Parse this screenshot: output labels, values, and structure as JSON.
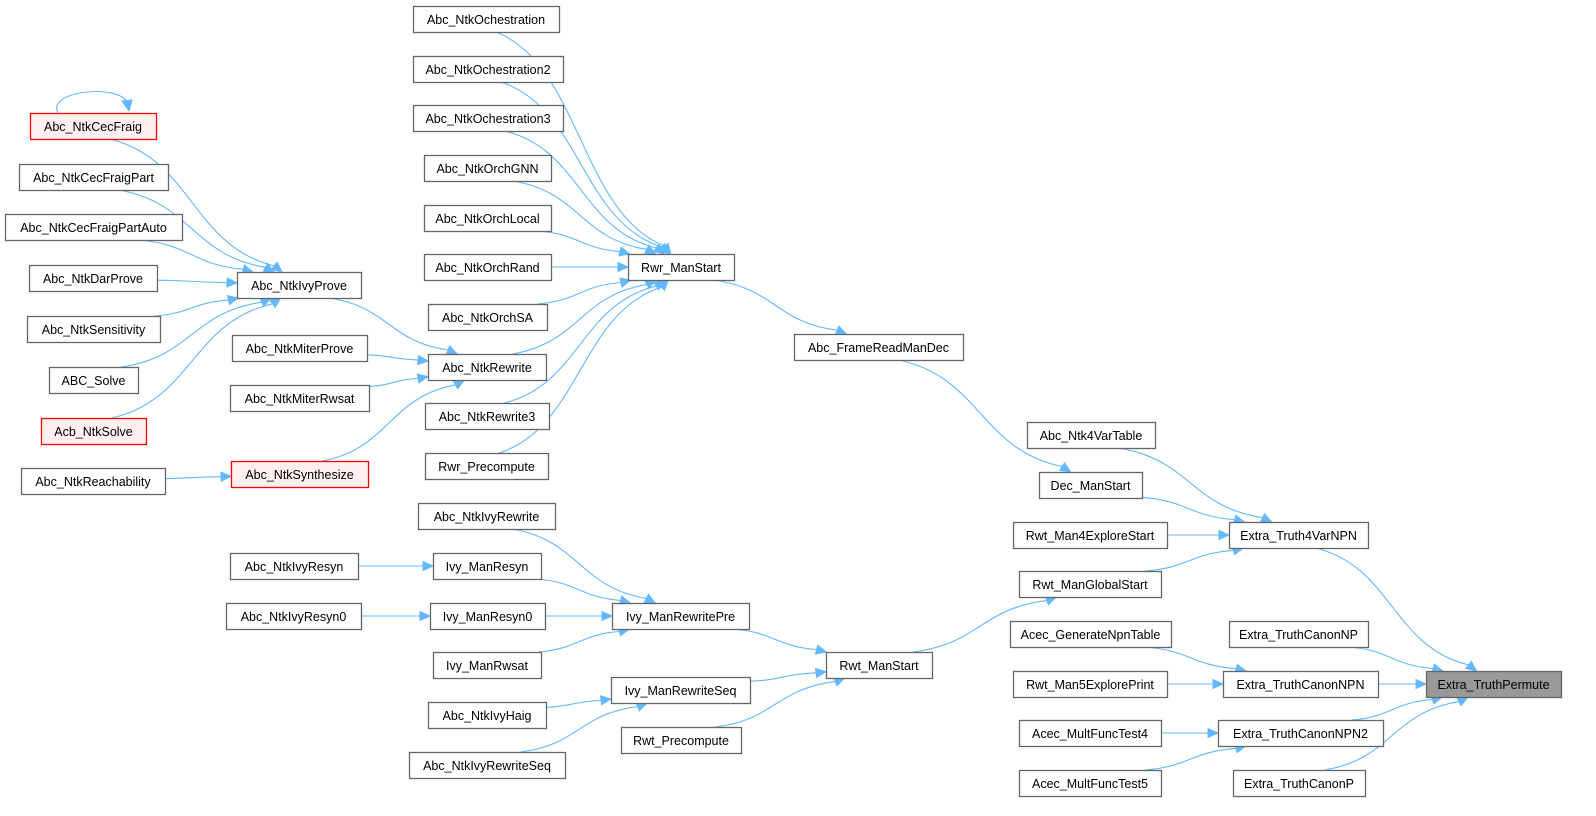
{
  "graph": {
    "type": "caller-graph",
    "colors": {
      "edge": "#63b8ff",
      "node_border": "#666666",
      "truncated_border": "#ff0000",
      "truncated_fill": "#fff0f0",
      "current_fill": "#999999"
    },
    "nodes": [
      {
        "id": "Abc_NtkOchestration",
        "label": "Abc_NtkOchestration"
      },
      {
        "id": "Abc_NtkOchestration2",
        "label": "Abc_NtkOchestration2"
      },
      {
        "id": "Abc_NtkOchestration3",
        "label": "Abc_NtkOchestration3"
      },
      {
        "id": "Abc_NtkOrchGNN",
        "label": "Abc_NtkOrchGNN"
      },
      {
        "id": "Abc_NtkOrchLocal",
        "label": "Abc_NtkOrchLocal"
      },
      {
        "id": "Abc_NtkOrchRand",
        "label": "Abc_NtkOrchRand"
      },
      {
        "id": "Abc_NtkOrchSA",
        "label": "Abc_NtkOrchSA"
      },
      {
        "id": "Abc_NtkRewrite",
        "label": "Abc_NtkRewrite"
      },
      {
        "id": "Abc_NtkRewrite3",
        "label": "Abc_NtkRewrite3"
      },
      {
        "id": "Rwr_Precompute",
        "label": "Rwr_Precompute"
      },
      {
        "id": "Rwr_ManStart",
        "label": "Rwr_ManStart"
      },
      {
        "id": "Abc_NtkCecFraig",
        "label": "Abc_NtkCecFraig",
        "style": "red"
      },
      {
        "id": "Abc_NtkCecFraigPart",
        "label": "Abc_NtkCecFraigPart"
      },
      {
        "id": "Abc_NtkCecFraigPartAuto",
        "label": "Abc_NtkCecFraigPartAuto"
      },
      {
        "id": "Abc_NtkDarProve",
        "label": "Abc_NtkDarProve"
      },
      {
        "id": "Abc_NtkSensitivity",
        "label": "Abc_NtkSensitivity"
      },
      {
        "id": "ABC_Solve",
        "label": "ABC_Solve"
      },
      {
        "id": "Acb_NtkSolve",
        "label": "Acb_NtkSolve",
        "style": "red"
      },
      {
        "id": "Abc_NtkReachability",
        "label": "Abc_NtkReachability"
      },
      {
        "id": "Abc_NtkIvyProve",
        "label": "Abc_NtkIvyProve"
      },
      {
        "id": "Abc_NtkMiterProve",
        "label": "Abc_NtkMiterProve"
      },
      {
        "id": "Abc_NtkMiterRwsat",
        "label": "Abc_NtkMiterRwsat"
      },
      {
        "id": "Abc_NtkSynthesize",
        "label": "Abc_NtkSynthesize",
        "style": "red"
      },
      {
        "id": "Abc_FrameReadManDec",
        "label": "Abc_FrameReadManDec"
      },
      {
        "id": "Abc_Ntk4VarTable",
        "label": "Abc_Ntk4VarTable"
      },
      {
        "id": "Dec_ManStart",
        "label": "Dec_ManStart"
      },
      {
        "id": "Rwt_Man4ExploreStart",
        "label": "Rwt_Man4ExploreStart"
      },
      {
        "id": "Rwt_ManGlobalStart",
        "label": "Rwt_ManGlobalStart"
      },
      {
        "id": "Acec_GenerateNpnTable",
        "label": "Acec_GenerateNpnTable"
      },
      {
        "id": "Rwt_Man5ExplorePrint",
        "label": "Rwt_Man5ExplorePrint"
      },
      {
        "id": "Acec_MultFuncTest4",
        "label": "Acec_MultFuncTest4"
      },
      {
        "id": "Acec_MultFuncTest5",
        "label": "Acec_MultFuncTest5"
      },
      {
        "id": "Extra_Truth4VarNPN",
        "label": "Extra_Truth4VarNPN"
      },
      {
        "id": "Extra_TruthCanonNP",
        "label": "Extra_TruthCanonNP"
      },
      {
        "id": "Extra_TruthCanonNPN",
        "label": "Extra_TruthCanonNPN"
      },
      {
        "id": "Extra_TruthCanonNPN2",
        "label": "Extra_TruthCanonNPN2"
      },
      {
        "id": "Extra_TruthCanonP",
        "label": "Extra_TruthCanonP"
      },
      {
        "id": "Extra_TruthPermute",
        "label": "Extra_TruthPermute",
        "style": "current"
      },
      {
        "id": "Abc_NtkIvyRewrite",
        "label": "Abc_NtkIvyRewrite"
      },
      {
        "id": "Abc_NtkIvyResyn",
        "label": "Abc_NtkIvyResyn"
      },
      {
        "id": "Ivy_ManResyn",
        "label": "Ivy_ManResyn"
      },
      {
        "id": "Abc_NtkIvyResyn0",
        "label": "Abc_NtkIvyResyn0"
      },
      {
        "id": "Ivy_ManResyn0",
        "label": "Ivy_ManResyn0"
      },
      {
        "id": "Ivy_ManRwsat",
        "label": "Ivy_ManRwsat"
      },
      {
        "id": "Ivy_ManRewritePre",
        "label": "Ivy_ManRewritePre"
      },
      {
        "id": "Rwt_ManStart",
        "label": "Rwt_ManStart"
      },
      {
        "id": "Ivy_ManRewriteSeq",
        "label": "Ivy_ManRewriteSeq"
      },
      {
        "id": "Abc_NtkIvyHaig",
        "label": "Abc_NtkIvyHaig"
      },
      {
        "id": "Abc_NtkIvyRewriteSeq",
        "label": "Abc_NtkIvyRewriteSeq"
      },
      {
        "id": "Rwt_Precompute",
        "label": "Rwt_Precompute"
      }
    ],
    "edges": [
      [
        "Abc_NtkOchestration",
        "Rwr_ManStart"
      ],
      [
        "Abc_NtkOchestration2",
        "Rwr_ManStart"
      ],
      [
        "Abc_NtkOchestration3",
        "Rwr_ManStart"
      ],
      [
        "Abc_NtkOrchGNN",
        "Rwr_ManStart"
      ],
      [
        "Abc_NtkOrchLocal",
        "Rwr_ManStart"
      ],
      [
        "Abc_NtkOrchRand",
        "Rwr_ManStart"
      ],
      [
        "Abc_NtkOrchSA",
        "Rwr_ManStart"
      ],
      [
        "Abc_NtkRewrite",
        "Rwr_ManStart"
      ],
      [
        "Abc_NtkRewrite3",
        "Rwr_ManStart"
      ],
      [
        "Rwr_Precompute",
        "Rwr_ManStart"
      ],
      [
        "Rwr_ManStart",
        "Abc_FrameReadManDec"
      ],
      [
        "Abc_FrameReadManDec",
        "Dec_ManStart"
      ],
      [
        "Abc_NtkCecFraig",
        "Abc_NtkCecFraig"
      ],
      [
        "Abc_NtkCecFraig",
        "Abc_NtkIvyProve"
      ],
      [
        "Abc_NtkCecFraigPart",
        "Abc_NtkIvyProve"
      ],
      [
        "Abc_NtkCecFraigPartAuto",
        "Abc_NtkIvyProve"
      ],
      [
        "Abc_NtkDarProve",
        "Abc_NtkIvyProve"
      ],
      [
        "Abc_NtkSensitivity",
        "Abc_NtkIvyProve"
      ],
      [
        "ABC_Solve",
        "Abc_NtkIvyProve"
      ],
      [
        "Acb_NtkSolve",
        "Abc_NtkIvyProve"
      ],
      [
        "Abc_NtkIvyProve",
        "Abc_NtkRewrite"
      ],
      [
        "Abc_NtkMiterProve",
        "Abc_NtkRewrite"
      ],
      [
        "Abc_NtkMiterRwsat",
        "Abc_NtkRewrite"
      ],
      [
        "Abc_NtkSynthesize",
        "Abc_NtkRewrite"
      ],
      [
        "Abc_NtkReachability",
        "Abc_NtkSynthesize"
      ],
      [
        "Abc_NtkIvyRewrite",
        "Ivy_ManRewritePre"
      ],
      [
        "Ivy_ManResyn",
        "Ivy_ManRewritePre"
      ],
      [
        "Ivy_ManResyn0",
        "Ivy_ManRewritePre"
      ],
      [
        "Ivy_ManRwsat",
        "Ivy_ManRewritePre"
      ],
      [
        "Abc_NtkIvyResyn",
        "Ivy_ManResyn"
      ],
      [
        "Abc_NtkIvyResyn0",
        "Ivy_ManResyn0"
      ],
      [
        "Abc_NtkIvyHaig",
        "Ivy_ManRewriteSeq"
      ],
      [
        "Abc_NtkIvyRewriteSeq",
        "Ivy_ManRewriteSeq"
      ],
      [
        "Ivy_ManRewritePre",
        "Rwt_ManStart"
      ],
      [
        "Ivy_ManRewriteSeq",
        "Rwt_ManStart"
      ],
      [
        "Rwt_Precompute",
        "Rwt_ManStart"
      ],
      [
        "Rwt_ManStart",
        "Rwt_ManGlobalStart"
      ],
      [
        "Abc_Ntk4VarTable",
        "Extra_Truth4VarNPN"
      ],
      [
        "Dec_ManStart",
        "Extra_Truth4VarNPN"
      ],
      [
        "Rwt_Man4ExploreStart",
        "Extra_Truth4VarNPN"
      ],
      [
        "Rwt_ManGlobalStart",
        "Extra_Truth4VarNPN"
      ],
      [
        "Acec_GenerateNpnTable",
        "Extra_TruthCanonNPN"
      ],
      [
        "Rwt_Man5ExplorePrint",
        "Extra_TruthCanonNPN"
      ],
      [
        "Acec_MultFuncTest4",
        "Extra_TruthCanonNPN2"
      ],
      [
        "Acec_MultFuncTest5",
        "Extra_TruthCanonNPN2"
      ],
      [
        "Extra_Truth4VarNPN",
        "Extra_TruthPermute"
      ],
      [
        "Extra_TruthCanonNP",
        "Extra_TruthPermute"
      ],
      [
        "Extra_TruthCanonNPN",
        "Extra_TruthPermute"
      ],
      [
        "Extra_TruthCanonNPN2",
        "Extra_TruthPermute"
      ],
      [
        "Extra_TruthCanonP",
        "Extra_TruthPermute"
      ]
    ]
  }
}
